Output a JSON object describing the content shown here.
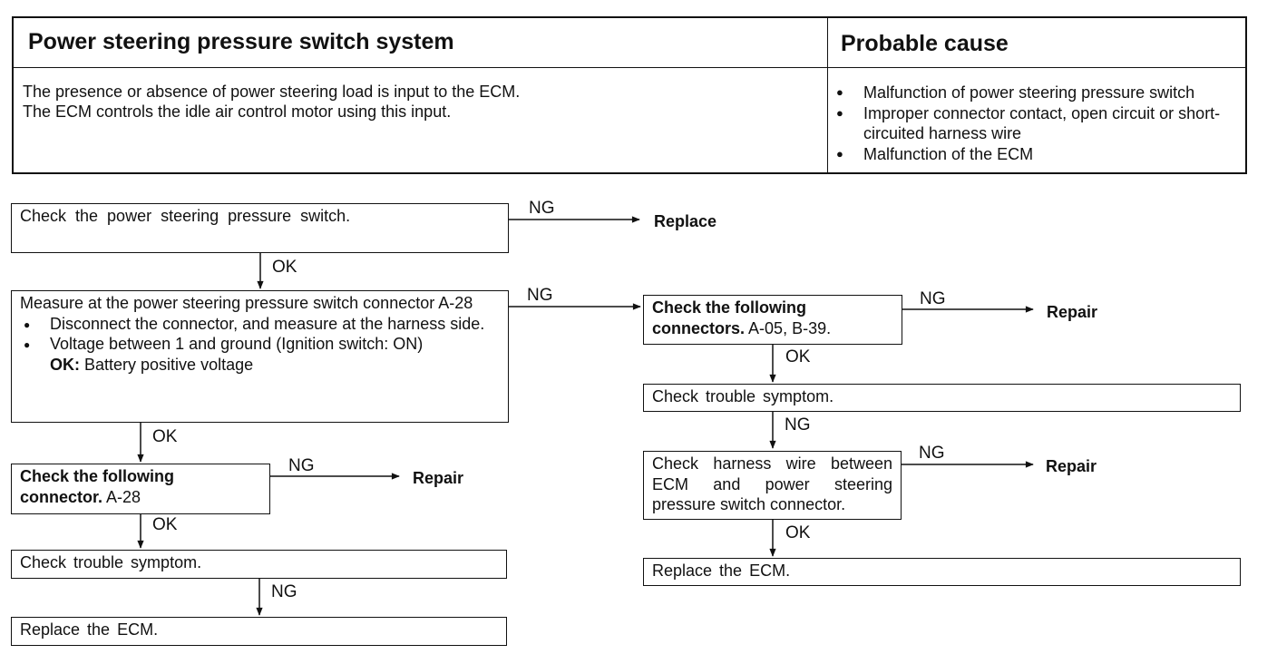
{
  "header": {
    "system_title": "Power steering pressure switch system",
    "cause_title": "Probable cause",
    "description": [
      "The presence or absence of power steering load is input to the ECM.",
      "The ECM controls the idle air control motor using this input."
    ],
    "causes": [
      "Malfunction of power steering pressure switch",
      "Improper connector contact, open circuit or short-circuited harness wire",
      "Malfunction of the ECM"
    ]
  },
  "flow": {
    "step1": "Check the power steering pressure switch.",
    "step1_ng_label": "NG",
    "step1_ng_result": "Replace",
    "step1_ok_label": "OK",
    "step2": {
      "line1": "Measure at the power steering pressure switch connector A-28",
      "bullets": [
        "Disconnect the connector, and measure at the harness side.",
        "Voltage between 1 and ground (Ignition switch: ON)"
      ],
      "ok_prefix": "OK:",
      "ok_value": "Battery positive voltage"
    },
    "step2_ng_label": "NG",
    "step2_ok_label": "OK",
    "step3": {
      "bold": "Check the following connector.",
      "normal": "A-28"
    },
    "step3_ng_label": "NG",
    "step3_ng_result": "Repair",
    "step3_ok_label": "OK",
    "step4": "Check trouble symptom.",
    "step4_ng_label": "NG",
    "step5": "Replace the ECM.",
    "r1": {
      "bold": "Check the following connectors.",
      "normal": "A-05, B-39."
    },
    "r1_ng_label": "NG",
    "r1_ng_result": "Repair",
    "r1_ok_label": "OK",
    "r2": "Check trouble symptom.",
    "r2_ng_label": "NG",
    "r3": "Check harness wire between ECM and power steering pressure switch connector.",
    "r3_ng_label": "NG",
    "r3_ng_result": "Repair",
    "r3_ok_label": "OK",
    "r4": "Replace the ECM."
  }
}
